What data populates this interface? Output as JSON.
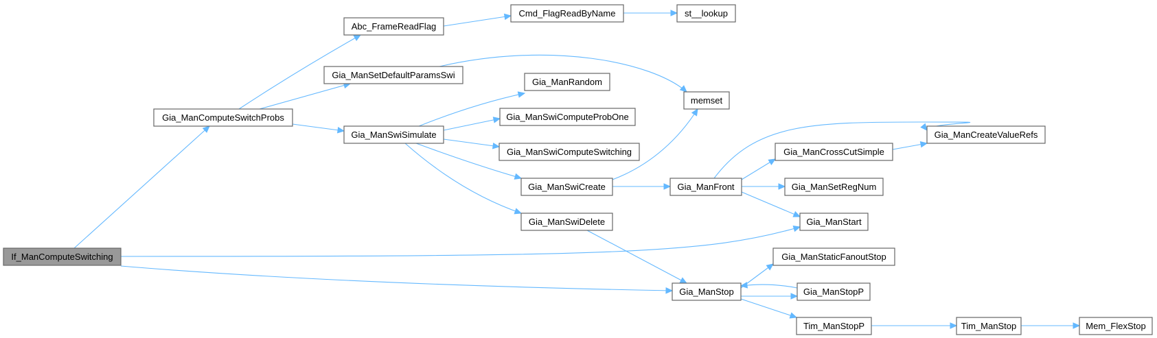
{
  "graph": {
    "title": "",
    "root": "If_ManComputeSwitching",
    "nodes": [
      {
        "id": "if_mancomputeswitching",
        "label": "If_ManComputeSwitching"
      },
      {
        "id": "gia_mancomputeswitchprobs",
        "label": "Gia_ManComputeSwitchProbs"
      },
      {
        "id": "abc_framereadflag",
        "label": "Abc_FrameReadFlag"
      },
      {
        "id": "cmd_flagreadbyname",
        "label": "Cmd_FlagReadByName"
      },
      {
        "id": "st_lookup",
        "label": "st__lookup"
      },
      {
        "id": "gia_mansetdefaultparamsswi",
        "label": "Gia_ManSetDefaultParamsSwi"
      },
      {
        "id": "memset",
        "label": "memset"
      },
      {
        "id": "gia_manswisimulate",
        "label": "Gia_ManSwiSimulate"
      },
      {
        "id": "gia_manrandom",
        "label": "Gia_ManRandom"
      },
      {
        "id": "gia_manswicomputeprobone",
        "label": "Gia_ManSwiComputeProbOne"
      },
      {
        "id": "gia_manswicomputeswitching",
        "label": "Gia_ManSwiComputeSwitching"
      },
      {
        "id": "gia_manswicreate",
        "label": "Gia_ManSwiCreate"
      },
      {
        "id": "gia_manswidelete",
        "label": "Gia_ManSwiDelete"
      },
      {
        "id": "gia_manfront",
        "label": "Gia_ManFront"
      },
      {
        "id": "gia_mancrosscutsimple",
        "label": "Gia_ManCrossCutSimple"
      },
      {
        "id": "gia_mancreatevaluerefs",
        "label": "Gia_ManCreateValueRefs"
      },
      {
        "id": "gia_mansetregnum",
        "label": "Gia_ManSetRegNum"
      },
      {
        "id": "gia_manstart",
        "label": "Gia_ManStart"
      },
      {
        "id": "gia_manstop",
        "label": "Gia_ManStop"
      },
      {
        "id": "gia_manstaticfanoutstop",
        "label": "Gia_ManStaticFanoutStop"
      },
      {
        "id": "gia_manstopp",
        "label": "Gia_ManStopP"
      },
      {
        "id": "tim_manstopp",
        "label": "Tim_ManStopP"
      },
      {
        "id": "tim_manstop",
        "label": "Tim_ManStop"
      },
      {
        "id": "mem_flexstop",
        "label": "Mem_FlexStop"
      }
    ],
    "edges": [
      {
        "from": "if_mancomputeswitching",
        "to": "gia_mancomputeswitchprobs"
      },
      {
        "from": "if_mancomputeswitching",
        "to": "gia_manstart"
      },
      {
        "from": "if_mancomputeswitching",
        "to": "gia_manstop"
      },
      {
        "from": "gia_mancomputeswitchprobs",
        "to": "abc_framereadflag"
      },
      {
        "from": "gia_mancomputeswitchprobs",
        "to": "gia_mansetdefaultparamsswi"
      },
      {
        "from": "gia_mancomputeswitchprobs",
        "to": "gia_manswisimulate"
      },
      {
        "from": "abc_framereadflag",
        "to": "cmd_flagreadbyname"
      },
      {
        "from": "cmd_flagreadbyname",
        "to": "st_lookup"
      },
      {
        "from": "gia_mansetdefaultparamsswi",
        "to": "memset"
      },
      {
        "from": "gia_manswisimulate",
        "to": "gia_manrandom"
      },
      {
        "from": "gia_manswisimulate",
        "to": "gia_manswicomputeprobone"
      },
      {
        "from": "gia_manswisimulate",
        "to": "gia_manswicomputeswitching"
      },
      {
        "from": "gia_manswisimulate",
        "to": "gia_manswicreate"
      },
      {
        "from": "gia_manswisimulate",
        "to": "gia_manswidelete"
      },
      {
        "from": "gia_manswicreate",
        "to": "memset"
      },
      {
        "from": "gia_manswicreate",
        "to": "gia_manfront"
      },
      {
        "from": "gia_manswidelete",
        "to": "gia_manstop"
      },
      {
        "from": "gia_manfront",
        "to": "gia_mancreatevaluerefs"
      },
      {
        "from": "gia_manfront",
        "to": "gia_mancrosscutsimple"
      },
      {
        "from": "gia_manfront",
        "to": "gia_mansetregnum"
      },
      {
        "from": "gia_manfront",
        "to": "gia_manstart"
      },
      {
        "from": "gia_mancrosscutsimple",
        "to": "gia_mancreatevaluerefs"
      },
      {
        "from": "gia_manstop",
        "to": "gia_manstaticfanoutstop"
      },
      {
        "from": "gia_manstop",
        "to": "gia_manstopp"
      },
      {
        "from": "gia_manstop",
        "to": "tim_manstopp"
      },
      {
        "from": "gia_manstopp",
        "to": "gia_manstop"
      },
      {
        "from": "tim_manstopp",
        "to": "tim_manstop"
      },
      {
        "from": "tim_manstop",
        "to": "mem_flexstop"
      }
    ]
  },
  "colors": {
    "edge": "#63b8ff",
    "node_border": "#666666",
    "node_fill": "#ffffff",
    "root_fill": "#999999",
    "text": "#000000"
  }
}
